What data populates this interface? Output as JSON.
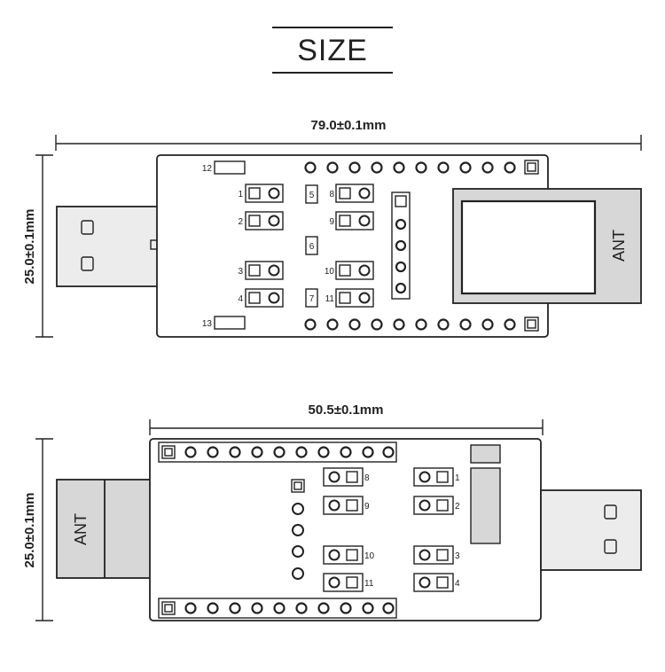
{
  "title": "SIZE",
  "top_view": {
    "width_dim": "79.0±0.1mm",
    "height_dim": "25.0±0.1mm",
    "antenna_label": "ANT",
    "pad_labels": [
      "12",
      "13",
      "1",
      "2",
      "3",
      "4",
      "5",
      "6",
      "7",
      "8",
      "9",
      "10",
      "11"
    ]
  },
  "bottom_view": {
    "width_dim": "50.5±0.1mm",
    "height_dim": "25.0±0.1mm",
    "antenna_label": "ANT",
    "pad_labels": [
      "8",
      "9",
      "10",
      "11",
      "1",
      "2",
      "3",
      "4"
    ]
  }
}
